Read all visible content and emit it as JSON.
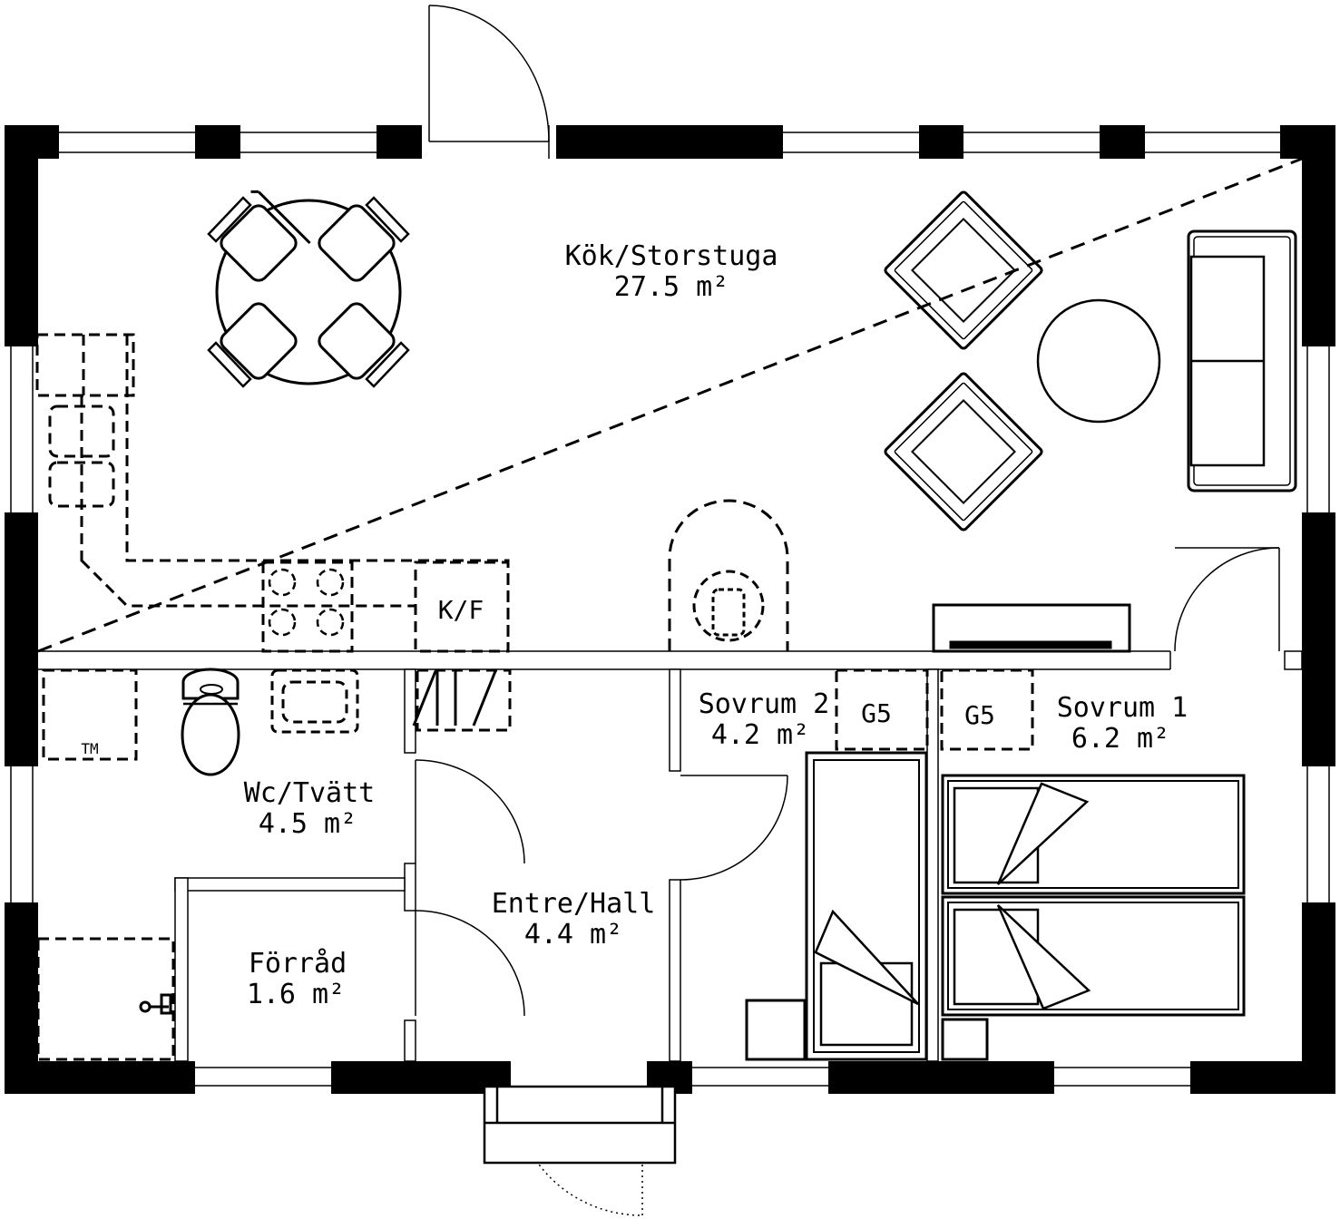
{
  "colors": {
    "ink": "#000000",
    "paper": "#ffffff"
  },
  "rooms": [
    {
      "id": "kok",
      "name": "Kök/Storstuga",
      "area": "27.5 m²"
    },
    {
      "id": "sovrum2",
      "name": "Sovrum 2",
      "area": "4.2 m²"
    },
    {
      "id": "sovrum1",
      "name": "Sovrum 1",
      "area": "6.2 m²"
    },
    {
      "id": "wc",
      "name": "Wc/Tvätt",
      "area": "4.5 m²"
    },
    {
      "id": "entre",
      "name": "Entre/Hall",
      "area": "4.4 m²"
    },
    {
      "id": "forrad",
      "name": "Förråd",
      "area": "1.6 m²"
    }
  ],
  "fixtures": {
    "fridge": "K/F",
    "wardrobe_1": "G5",
    "wardrobe_2": "G5",
    "washer": "TM"
  },
  "icons": [
    "dining-table-icon",
    "armchair-icon",
    "sofa-icon",
    "coffee-table-icon",
    "stove-icon",
    "fireplace-icon",
    "toilet-icon",
    "sink-icon",
    "bed-icon",
    "door-swing-icon",
    "window-icon",
    "water-heater-icon"
  ]
}
